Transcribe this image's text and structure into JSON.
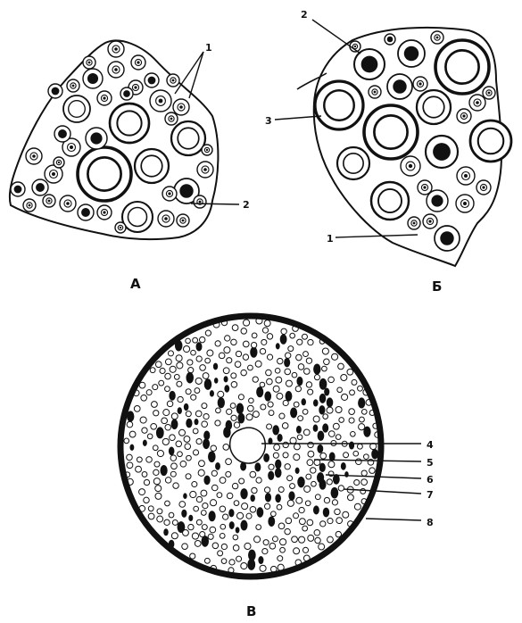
{
  "panels": {
    "a": {
      "label": "А",
      "callouts": {
        "c1": "1",
        "c2": "2"
      }
    },
    "b": {
      "label": "Б",
      "callouts": {
        "c2": "2",
        "c3": "3",
        "c1": "1"
      }
    },
    "c": {
      "label": "В",
      "callouts": {
        "c4": "4",
        "c5": "5",
        "c6": "6",
        "c7": "7",
        "c8": "8"
      }
    }
  },
  "colors": {
    "ink": "#111111",
    "paper": "#ffffff"
  }
}
